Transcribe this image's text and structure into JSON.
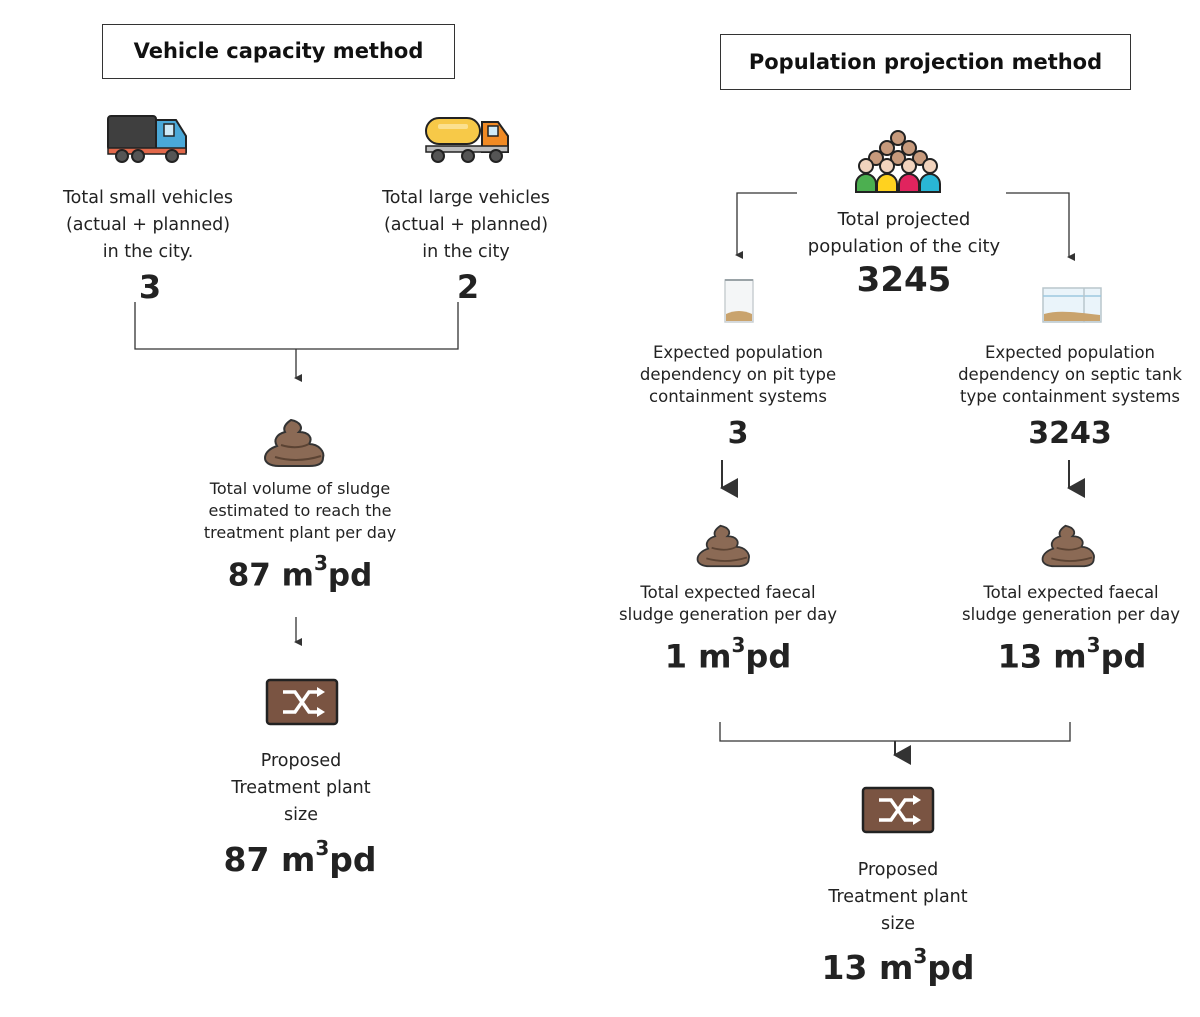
{
  "left": {
    "title": "Vehicle capacity method",
    "small_vehicles": {
      "label_lines": [
        "Total small vehicles",
        "(actual + planned)",
        "in the city."
      ],
      "count": "3"
    },
    "large_vehicles": {
      "label_lines": [
        "Total large vehicles",
        "(actual + planned)",
        "in the city"
      ],
      "count": "2"
    },
    "sludge": {
      "label_lines": [
        "Total volume of sludge",
        "estimated to reach the",
        "treatment plant per day"
      ],
      "value": "87",
      "unit": "m",
      "unit_exp": "3",
      "unit_suffix": "pd"
    },
    "plant": {
      "label_lines": [
        "Proposed",
        "Treatment plant",
        "size"
      ],
      "value": "87",
      "unit": "m",
      "unit_exp": "3",
      "unit_suffix": "pd"
    }
  },
  "right": {
    "title": "Population projection method",
    "population": {
      "label_lines": [
        "Total projected",
        "population of the city"
      ],
      "value": "3245"
    },
    "pit": {
      "label_lines": [
        "Expected population",
        "dependency on pit type",
        "containment systems"
      ],
      "value": "3"
    },
    "septic": {
      "label_lines": [
        "Expected population",
        "dependency on septic tank",
        "type containment systems"
      ],
      "value": "3243"
    },
    "pit_sludge": {
      "label_lines": [
        "Total expected faecal",
        "sludge generation per day"
      ],
      "value": "1",
      "unit": "m",
      "unit_exp": "3",
      "unit_suffix": "pd"
    },
    "septic_sludge": {
      "label_lines": [
        "Total expected faecal",
        "sludge generation per day"
      ],
      "value": "13",
      "unit": "m",
      "unit_exp": "3",
      "unit_suffix": "pd"
    },
    "plant": {
      "label_lines": [
        "Proposed",
        "Treatment plant",
        "size"
      ],
      "value": "13",
      "unit": "m",
      "unit_exp": "3",
      "unit_suffix": "pd"
    }
  },
  "icons": [
    "truck-icon",
    "tanker-truck-icon",
    "crowd-icon",
    "pit-icon",
    "septic-tank-icon",
    "sludge-icon",
    "treatment-plant-icon"
  ],
  "colors": {
    "sludge": "#8b6a55",
    "plant": "#7a5442",
    "truck_body": "#3f3f3f",
    "truck_cab": "#4aa8d8",
    "tanker": "#f7c948",
    "tanker_cab": "#f08a24"
  }
}
